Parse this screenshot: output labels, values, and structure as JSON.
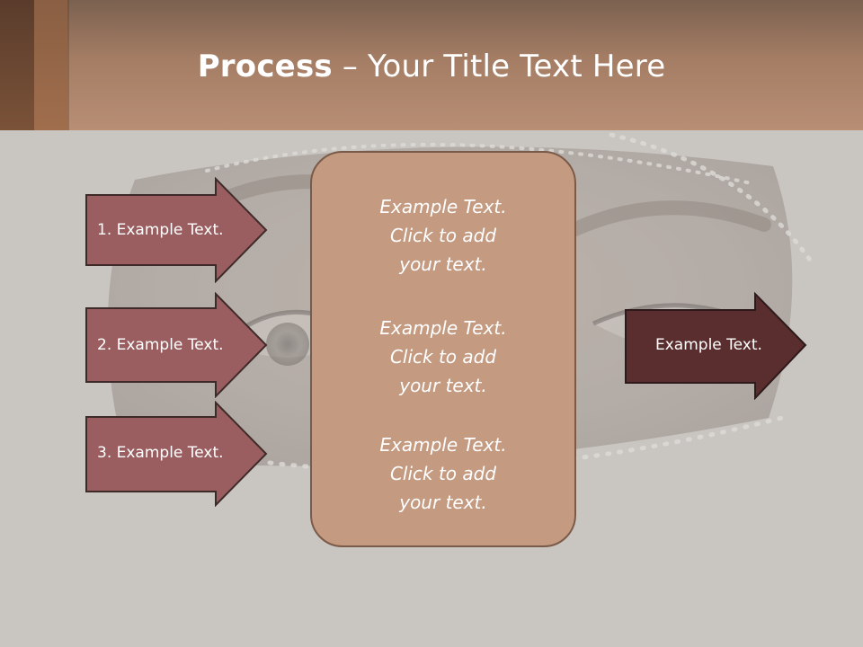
{
  "slide": {
    "title_bold": "Process",
    "title_rest": " – Your Title Text Here"
  },
  "left_arrows": [
    {
      "label": "1. Example Text."
    },
    {
      "label": "2. Example Text."
    },
    {
      "label": "3. Example Text."
    }
  ],
  "center_box": {
    "blocks": [
      {
        "line1": "Example Text.",
        "line2": "Click  to add",
        "line3": "your text."
      },
      {
        "line1": "Example Text.",
        "line2": "Click  to add",
        "line3": "your text."
      },
      {
        "line1": "Example Text.",
        "line2": "Click  to add",
        "line3": "your text."
      }
    ]
  },
  "right_arrow": {
    "label": "Example Text."
  },
  "colors": {
    "header": "#b88f75",
    "arrow_fill": "#9a5e60",
    "arrow_stroke": "#3e2a28",
    "right_arrow_fill": "#5a2e2e",
    "center_fill": "#c49a80",
    "background": "#c9c5c1"
  },
  "background_image": "veiled-eyes-photo"
}
